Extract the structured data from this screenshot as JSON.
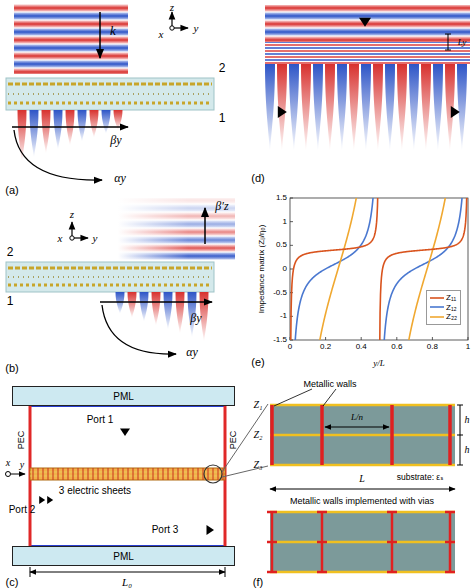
{
  "diagram": {
    "nodes": [
      {
        "text": [
          "PML"
        ]
      },
      {
        "text": [
          "PML"
        ]
      }
    ],
    "labels": [
      "k",
      "z",
      "x",
      "y",
      "2",
      "1",
      "βy",
      "αy",
      "(a)",
      "2",
      "1",
      "z",
      "x",
      "y",
      "β′z",
      "βy",
      "αy",
      "(b)",
      "PEC",
      "PEC",
      "Port 1",
      "3 electric sheets",
      "x",
      "y",
      "Port 2",
      "Port 3",
      "L₀",
      "(c)",
      "Ly",
      "(d)",
      "(e)",
      "Impedance matrix (Zᵢⱼ/η₀)",
      "1.5",
      "1",
      "0.5",
      "0",
      "-0.5",
      "-1",
      "-1.5",
      "0",
      "0.2",
      "0.4",
      "0.6",
      "0.8",
      "1",
      "y/L",
      "Z₁",
      "Z₂",
      "Z₃",
      "Metallic walls",
      "L/n",
      "h",
      "h",
      "substrate: εₛ",
      "L",
      "Metallic walls implemented with vias",
      "(f)"
    ],
    "legend": [
      {
        "text": "Z₁₁"
      },
      {
        "text": "Z₁₂"
      },
      {
        "text": "Z₂₂"
      }
    ]
  }
}
